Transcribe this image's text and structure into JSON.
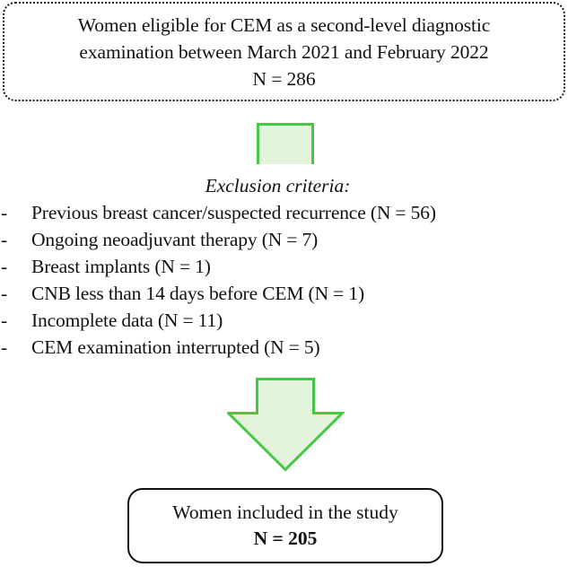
{
  "diagram": {
    "type": "study-flowchart",
    "colors": {
      "arrow_fill": "#e3f3dc",
      "arrow_stroke": "#45c945",
      "box_border": "#111111",
      "text": "#111111"
    },
    "top_box": {
      "line1": "Women eligible for CEM as a second-level diagnostic",
      "line2": "examination between March 2021 and February 2022",
      "line3": "N = 286"
    },
    "connector": {
      "stem_label": "green-arrow-stem"
    },
    "exclusion": {
      "title": "Exclusion criteria:",
      "bullet": "-",
      "items": [
        "Previous breast cancer/suspected recurrence (N = 56)",
        "Ongoing neoadjuvant therapy (N = 7)",
        "Breast implants (N = 1)",
        "CNB less than 14 days before CEM (N = 1)",
        "Incomplete data (N = 11)",
        "CEM examination interrupted (N = 5)"
      ]
    },
    "arrow": {
      "label": "down-arrow"
    },
    "bottom_box": {
      "line1": "Women included in the study",
      "line2": "N = 205"
    }
  }
}
